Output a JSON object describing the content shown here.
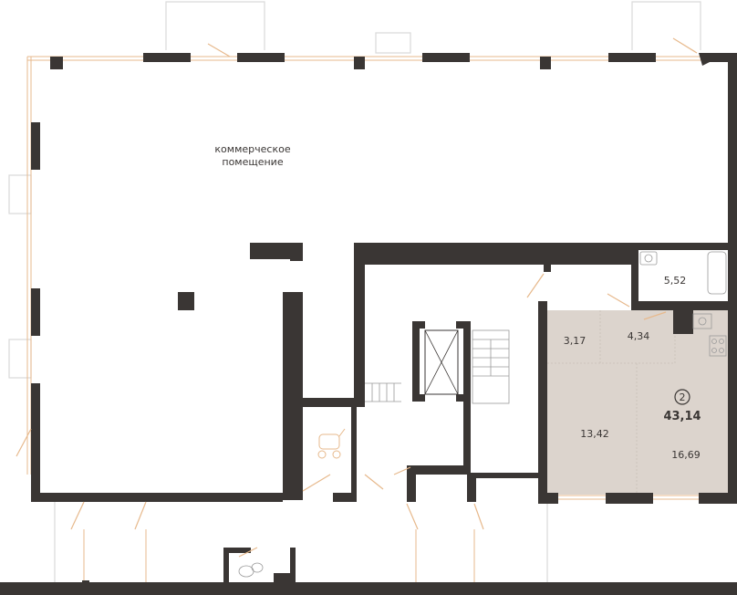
{
  "commercial": {
    "line1": "коммерческое",
    "line2": "помещение"
  },
  "apartment": {
    "rooms_count": "2",
    "total_area": "43,14",
    "rooms": [
      "3,17",
      "4,34",
      "5,52",
      "13,42",
      "16,69"
    ]
  },
  "colors": {
    "walls": "#3a3634",
    "apartment_fill": "#dcd4cd",
    "window_accent": "#e7b98c"
  }
}
